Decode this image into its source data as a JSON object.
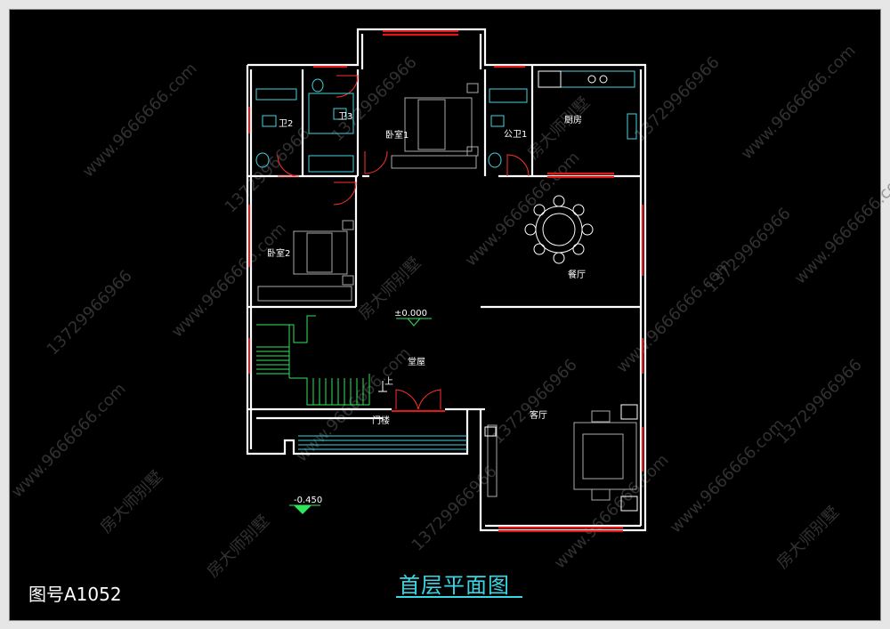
{
  "drawing": {
    "title": "首层平面图",
    "drawing_number": "图号A1052",
    "level_main": "±0.000",
    "level_entry": "-0.450"
  },
  "rooms": {
    "wei2": "卫2",
    "wei3": "卫3",
    "bedroom1": "卧室1",
    "gongwei1": "公卫1",
    "kitchen": "厨房",
    "bedroom2": "卧室2",
    "dining": "餐厅",
    "hall": "堂屋",
    "porch": "门楼",
    "living": "客厅",
    "stair_up": "上"
  },
  "watermarks": {
    "phone": "13729966966",
    "site": "www.9666666.com",
    "brand": "房大师别墅"
  },
  "colors": {
    "background": "#000000",
    "wall": "#ffffff",
    "window": "#e01818",
    "fixture": "#3fd3e0",
    "stair": "#2ee65a",
    "title": "#37d7e6"
  }
}
